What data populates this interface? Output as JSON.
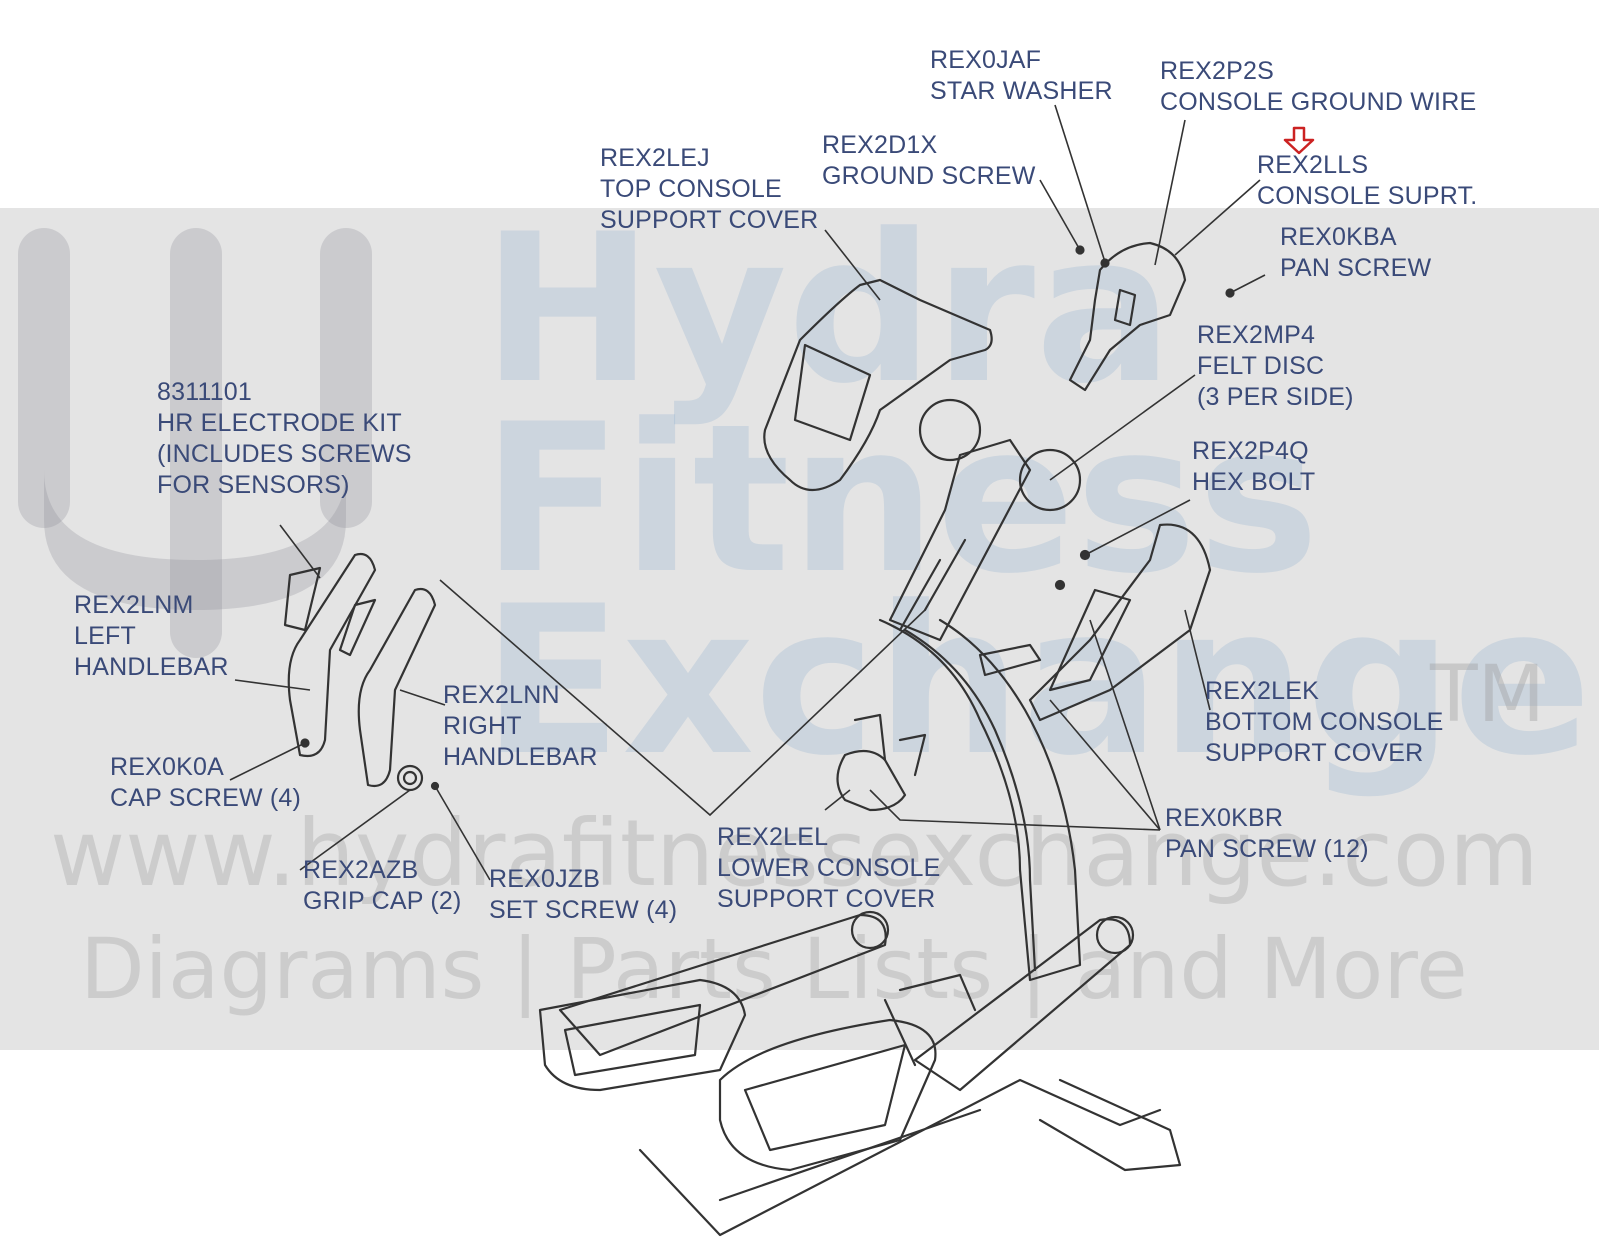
{
  "colors": {
    "label": "#3a4a78",
    "line": "#333333",
    "highlight_arrow": "#cc2222",
    "watermark_band": "#bebebe"
  },
  "watermark": {
    "line1": "Hydra",
    "line2": "Fitness",
    "line3": "Exchange",
    "tm": "TM",
    "url": "www.hydrafitnessexchange.com",
    "tagline": "Diagrams | Parts Lists | and More"
  },
  "parts": [
    {
      "id": "rex0jaf",
      "number": "REX0JAF",
      "description": [
        "STAR WASHER"
      ]
    },
    {
      "id": "rex2p2s",
      "number": "REX2P2S",
      "description": [
        "CONSOLE GROUND WIRE"
      ]
    },
    {
      "id": "rex2d1x",
      "number": "REX2D1X",
      "description": [
        "GROUND SCREW"
      ]
    },
    {
      "id": "rex2lej",
      "number": "REX2LEJ",
      "description": [
        "TOP CONSOLE",
        "SUPPORT COVER"
      ]
    },
    {
      "id": "rex2lls",
      "number": "REX2LLS",
      "description": [
        "CONSOLE SUPRT."
      ],
      "highlighted": true
    },
    {
      "id": "rex0kba",
      "number": "REX0KBA",
      "description": [
        "PAN SCREW"
      ]
    },
    {
      "id": "rex2mp4",
      "number": "REX2MP4",
      "description": [
        "FELT DISC",
        "(3 PER SIDE)"
      ]
    },
    {
      "id": "rex2p4q",
      "number": "REX2P4Q",
      "description": [
        "HEX BOLT"
      ]
    },
    {
      "id": "hr-kit",
      "number": "8311101",
      "description": [
        "HR ELECTRODE KIT",
        "(INCLUDES SCREWS",
        "FOR SENSORS)"
      ]
    },
    {
      "id": "rex2lnm",
      "number": "REX2LNM",
      "description": [
        "LEFT",
        "HANDLEBAR"
      ]
    },
    {
      "id": "rex2lnn",
      "number": "REX2LNN",
      "description": [
        "RIGHT",
        "HANDLEBAR"
      ]
    },
    {
      "id": "rex0k0a",
      "number": "REX0K0A",
      "description": [
        "CAP SCREW (4)"
      ]
    },
    {
      "id": "rex2azb",
      "number": "REX2AZB",
      "description": [
        "GRIP CAP (2)"
      ]
    },
    {
      "id": "rex0jzb",
      "number": "REX0JZB",
      "description": [
        "SET SCREW (4)"
      ]
    },
    {
      "id": "rex2lel",
      "number": "REX2LEL",
      "description": [
        "LOWER CONSOLE",
        "SUPPORT COVER"
      ]
    },
    {
      "id": "rex2lek",
      "number": "REX2LEK",
      "description": [
        "BOTTOM CONSOLE",
        "SUPPORT COVER"
      ]
    },
    {
      "id": "rex0kbr",
      "number": "REX0KBR",
      "description": [
        "PAN SCREW (12)"
      ]
    }
  ]
}
